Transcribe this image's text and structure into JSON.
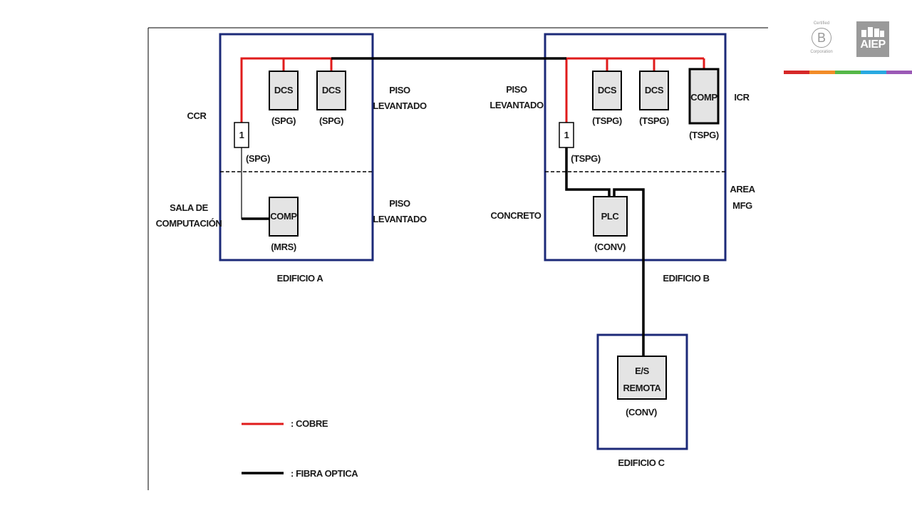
{
  "logos": {
    "bcorp": {
      "top_text": "Certified",
      "letter": "B",
      "bottom_text": "Corporation"
    },
    "aiep": {
      "text": "AIEP"
    }
  },
  "stripe_colors": [
    "#d62828",
    "#f28c28",
    "#55b848",
    "#29a9e1",
    "#9b59b6"
  ],
  "colors": {
    "building_border": "#1c2a78",
    "copper": "#e01b1b",
    "fiber": "#000000",
    "device_fill": "#e4e4e4"
  },
  "buildings": {
    "a": {
      "label": "EDIFICIO A"
    },
    "b": {
      "label": "EDIFICIO B"
    },
    "c": {
      "label": "EDIFICIO C"
    }
  },
  "zones": {
    "ccr": "CCR",
    "sala_line1": "SALA  DE",
    "sala_line2": "COMPUTACIÓN",
    "piso_a_top_1": "PISO",
    "piso_a_top_2": "LEVANTADO",
    "piso_a_bot_1": "PISO",
    "piso_a_bot_2": "LEVANTADO",
    "piso_b_1": "PISO",
    "piso_b_2": "LEVANTADO",
    "concreto": "CONCRETO",
    "icr": "ICR",
    "area_1": "AREA",
    "area_2": "MFG"
  },
  "devices": {
    "a_dcs1": {
      "label": "DCS",
      "sub": "(SPG)"
    },
    "a_dcs2": {
      "label": "DCS",
      "sub": "(SPG)"
    },
    "a_node": {
      "label": "1",
      "sub": "(SPG)"
    },
    "a_comp": {
      "label": "COMP",
      "sub": "(MRS)"
    },
    "b_dcs1": {
      "label": "DCS",
      "sub": "(TSPG)"
    },
    "b_dcs2": {
      "label": "DCS",
      "sub": "(TSPG)"
    },
    "b_comp": {
      "label": "COMP",
      "sub": "(TSPG)"
    },
    "b_node": {
      "label": "1",
      "sub": "(TSPG)"
    },
    "b_plc": {
      "label": "PLC",
      "sub": "(CONV)"
    },
    "c_eis_1": "E/S",
    "c_eis_2": "REMOTA",
    "c_eis_sub": "(CONV)"
  },
  "legend": {
    "copper": ": COBRE",
    "fiber": ": FIBRA OPTICA"
  }
}
